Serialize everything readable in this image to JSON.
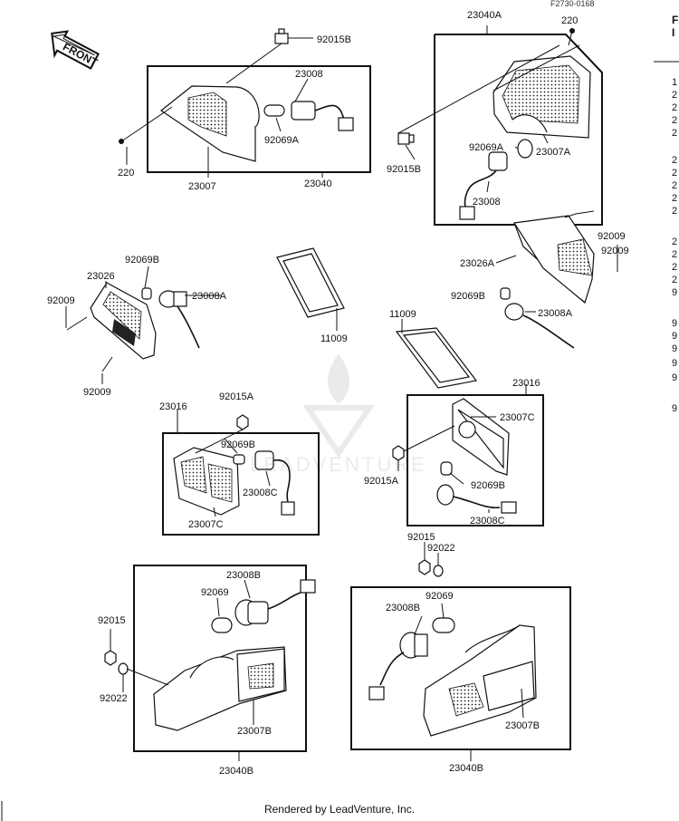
{
  "page_code": "F2730-0168",
  "front_label": "FRONT",
  "footer": "Rendered by LeadVenture, Inc.",
  "watermark_text": "LEADVENTURE",
  "parts": {
    "p_92015B_tl": "92015B",
    "p_23008_tl": "23008",
    "p_92069A_tl": "92069A",
    "p_220_tl": "220",
    "p_23007_tl": "23007",
    "p_23040_tl": "23040",
    "p_23040A": "23040A",
    "p_220_tr": "220",
    "p_92069A_tr": "92069A",
    "p_92015B_tr": "92015B",
    "p_23007A": "23007A",
    "p_23008_tr": "23008",
    "p_92069B_ml": "92069B",
    "p_23026": "23026",
    "p_92009_ml1": "92009",
    "p_23008A_ml": "23008A",
    "p_92009_ml2": "92009",
    "p_11009_c": "11009",
    "p_92009_mr1": "92009",
    "p_23026A": "23026A",
    "p_92009_mr2": "92009",
    "p_92069B_mr": "92069B",
    "p_23008A_mr": "23008A",
    "p_11009_r": "11009",
    "p_23016_l": "23016",
    "p_92015A_l": "92015A",
    "p_92069B_bl": "92069B",
    "p_23008C_l": "23008C",
    "p_23007C_l": "23007C",
    "p_23016_r": "23016",
    "p_23007C_r": "23007C",
    "p_92015A_r": "92015A",
    "p_92069B_br": "92069B",
    "p_23008C_r": "23008C",
    "p_92015_r": "92015",
    "p_92022_r": "92022",
    "p_23008B_l": "23008B",
    "p_92069_l": "92069",
    "p_92015_l": "92015",
    "p_92022_l": "92022",
    "p_23007B_l": "23007B",
    "p_23040B_l": "23040B",
    "p_23008B_r": "23008B",
    "p_92069_r": "92069",
    "p_23007B_r": "23007B",
    "p_23040B_r": "23040B"
  },
  "right_column_fragments": [
    "F",
    "I",
    "1",
    "2",
    "2",
    "2",
    "2",
    "2",
    "2",
    "2",
    "2",
    "2",
    "2",
    "2",
    "2",
    "2",
    "9",
    "9",
    "9",
    "9",
    "9",
    "9",
    "9"
  ]
}
